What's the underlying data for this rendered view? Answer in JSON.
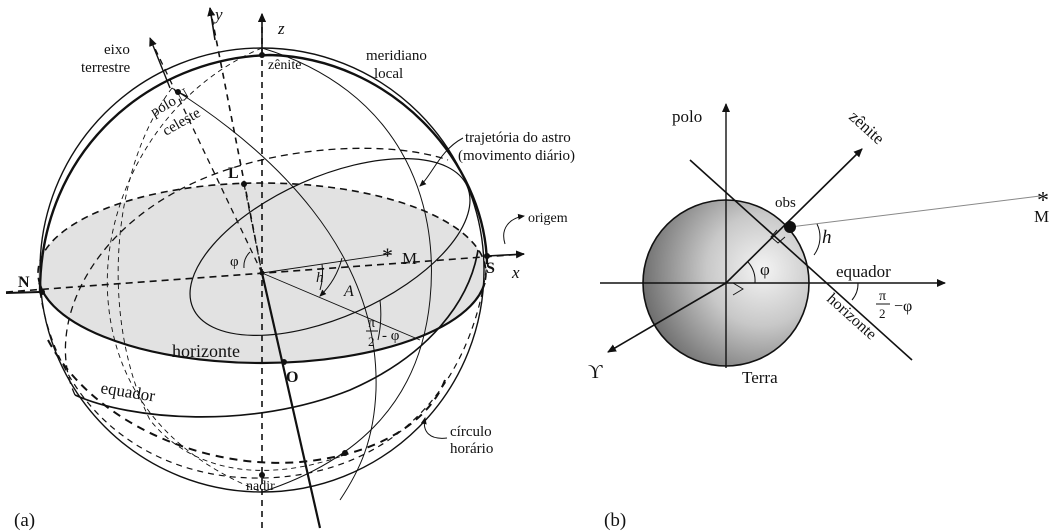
{
  "panel_a": {
    "panel_label": "(a)",
    "axis_y": "y",
    "axis_z": "z",
    "axis_x": "x",
    "eixo_terrestre": [
      "eixo",
      "terrestre"
    ],
    "zenite": "zênite",
    "meridiano_local": [
      "meridiano",
      "local"
    ],
    "polo_n_celeste": [
      "polo N",
      "celeste"
    ],
    "trajetoria": [
      "trajetória do astro",
      "(movimento diário)"
    ],
    "point_L": "L",
    "point_M": "M",
    "origem": "origem",
    "point_N": "N",
    "point_S": "S",
    "point_O": "O",
    "phi": "φ",
    "h": "h",
    "A": "A",
    "pi": "π",
    "two": "2",
    "minus_phi": "- φ",
    "horizonte": "horizonte",
    "equador": "equador",
    "circulo_horario": [
      "círculo",
      "horário"
    ],
    "nadir": "nadir"
  },
  "panel_b": {
    "panel_label": "(b)",
    "polo": "polo",
    "zenite": "zênite",
    "obs": "obs",
    "M": "M",
    "star": "*",
    "h": "h",
    "phi": "φ",
    "equador": "equador",
    "pi": "π",
    "two": "2",
    "minus_phi": "−φ",
    "horizonte": "horizonte",
    "terra": "Terra",
    "aries": "ϒ"
  }
}
